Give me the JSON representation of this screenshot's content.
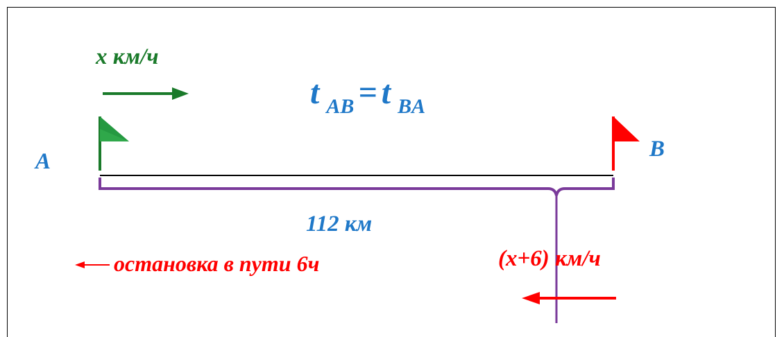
{
  "labels": {
    "speed_a": "x км/ч",
    "point_a": "A",
    "point_b": "B",
    "distance": "112 км",
    "stop_text": "остановка в пути 6ч",
    "speed_b": "(x+6) км/ч"
  },
  "formula": {
    "left_var": "t",
    "left_sub": "AB",
    "equals": "=",
    "right_var": "t",
    "right_sub": "BA"
  },
  "icons": {
    "flag_a": "green-flag-icon",
    "flag_b": "red-flag-icon",
    "arrow_a": "green-right-arrow-icon",
    "arrow_b": "red-left-arrow-icon",
    "arrow_stop": "red-small-left-arrow-icon"
  },
  "colors": {
    "green": "#1a7a2a",
    "blue": "#1f78c8",
    "red": "#ff0000",
    "purple": "#7a3a9a",
    "black": "#000000"
  }
}
